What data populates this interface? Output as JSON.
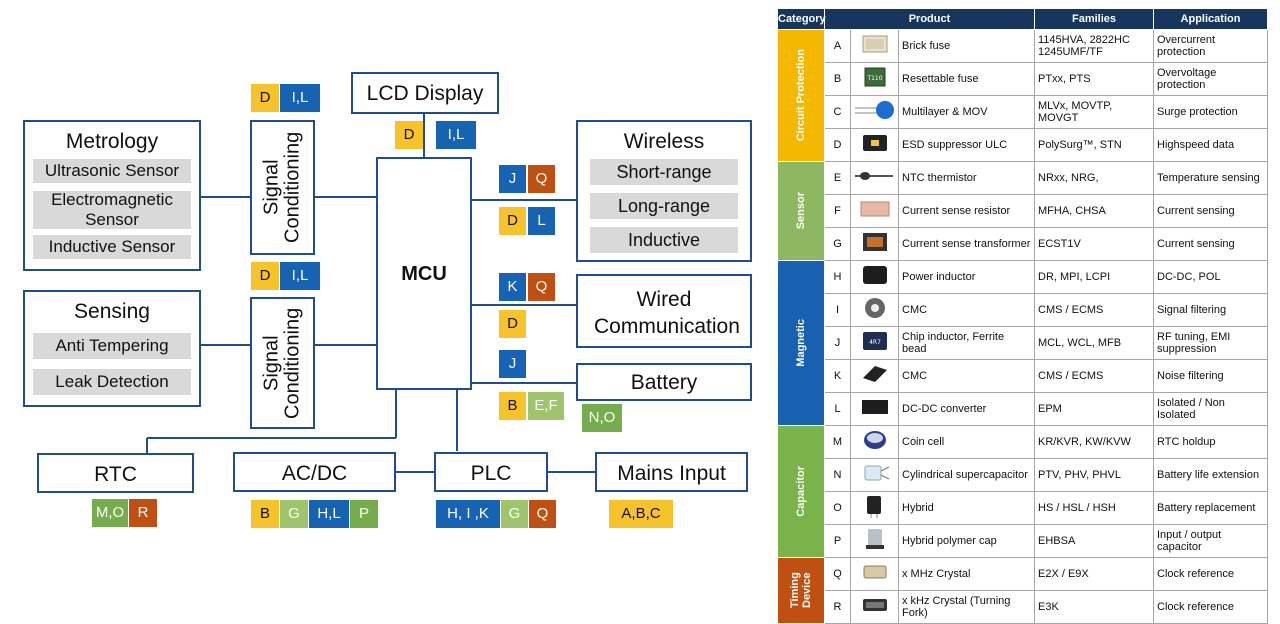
{
  "diagram": {
    "blocks": {
      "lcd": "LCD Display",
      "metrology": {
        "title": "Metrology",
        "items": [
          "Ultrasonic Sensor",
          "Electromagnetic Sensor",
          "Inductive Sensor"
        ]
      },
      "sensing": {
        "title": "Sensing",
        "items": [
          "Anti Tempering",
          "Leak Detection"
        ]
      },
      "signal_conditioning": "Signal Conditioning",
      "mcu": "MCU",
      "wireless": {
        "title": "Wireless",
        "items": [
          "Short-range",
          "Long-range",
          "Inductive"
        ]
      },
      "wired": "Wired Communication",
      "battery": "Battery",
      "rtc": "RTC",
      "acdc": "AC/DC",
      "plc": "PLC",
      "mains": "Mains Input"
    },
    "tags": {
      "top_sc_d": "D",
      "top_sc_il": "I,L",
      "lcd_d": "D",
      "lcd_il": "I,L",
      "bot_sc_d": "D",
      "bot_sc_il": "I,L",
      "wl_j": "J",
      "wl_q": "Q",
      "wl_d": "D",
      "wl_l": "L",
      "wd_k": "K",
      "wd_q": "Q",
      "wd_d": "D",
      "bat_j": "J",
      "bat_b": "B",
      "bat_ef": "E,F",
      "bat_no": "N,O",
      "rtc_mo": "M,O",
      "rtc_r": "R",
      "ac_b": "B",
      "ac_g": "G",
      "ac_hl": "H,L",
      "ac_p": "P",
      "plc_hik": "H, I ,K",
      "plc_g": "G",
      "plc_q": "Q",
      "mains_abc": "A,B,C"
    }
  },
  "table": {
    "headers": [
      "Category",
      "Product",
      "Families",
      "Application"
    ],
    "categories": [
      {
        "name": "Circuit Protection",
        "color": "#f5b800",
        "span": 4
      },
      {
        "name": "Sensor",
        "color": "#8db861",
        "span": 3
      },
      {
        "name": "Magnetic",
        "color": "#1860b0",
        "span": 5
      },
      {
        "name": "Capacitor",
        "color": "#7ab34a",
        "span": 4
      },
      {
        "name": "Timing Device",
        "color": "#c04f12",
        "span": 2
      }
    ],
    "rows": [
      {
        "letter": "A",
        "icon": "brick-fuse-icon",
        "product": "Brick fuse",
        "families": "1145HVA, 2822HC 1245UMF/TF",
        "application": "Overcurrent protection"
      },
      {
        "letter": "B",
        "icon": "resettable-fuse-icon",
        "product": "Resettable fuse",
        "families": "PTxx, PTS",
        "application": "Overvoltage protection"
      },
      {
        "letter": "C",
        "icon": "mov-icon",
        "product": "Multilayer & MOV",
        "families": "MLVx, MOVTP, MOVGT",
        "application": "Surge protection"
      },
      {
        "letter": "D",
        "icon": "esd-suppressor-icon",
        "product": "ESD suppressor ULC",
        "families": "PolySurg™, STN",
        "application": "Highspeed data"
      },
      {
        "letter": "E",
        "icon": "ntc-thermistor-icon",
        "product": "NTC thermistor",
        "families": "NRxx, NRG,",
        "application": "Temperature sensing"
      },
      {
        "letter": "F",
        "icon": "sense-resistor-icon",
        "product": "Current sense resistor",
        "families": "MFHA, CHSA",
        "application": "Current sensing"
      },
      {
        "letter": "G",
        "icon": "sense-transformer-icon",
        "product": "Current sense transformer",
        "families": "ECST1V",
        "application": "Current sensing"
      },
      {
        "letter": "H",
        "icon": "power-inductor-icon",
        "product": "Power inductor",
        "families": "DR, MPI, LCPI",
        "application": "DC-DC, POL"
      },
      {
        "letter": "I",
        "icon": "cmc-toroid-icon",
        "product": "CMC",
        "families": "CMS / ECMS",
        "application": "Signal filtering"
      },
      {
        "letter": "J",
        "icon": "chip-inductor-icon",
        "product": "Chip inductor, Ferrite bead",
        "families": "MCL, WCL, MFB",
        "application": "RF tuning, EMI suppression"
      },
      {
        "letter": "K",
        "icon": "cmc-smd-icon",
        "product": "CMC",
        "families": "CMS / ECMS",
        "application": "Noise filtering"
      },
      {
        "letter": "L",
        "icon": "dcdc-converter-icon",
        "product": "DC-DC converter",
        "families": "EPM",
        "application": "Isolated / Non Isolated"
      },
      {
        "letter": "M",
        "icon": "coin-cell-icon",
        "product": "Coin cell",
        "families": "KR/KVR, KW/KVW",
        "application": "RTC holdup"
      },
      {
        "letter": "N",
        "icon": "supercapacitor-icon",
        "product": "Cylindrical supercapacitor",
        "families": "PTV, PHV, PHVL",
        "application": "Battery life extension"
      },
      {
        "letter": "O",
        "icon": "hybrid-cap-icon",
        "product": "Hybrid",
        "families": "HS / HSL / HSH",
        "application": "Battery replacement"
      },
      {
        "letter": "P",
        "icon": "polymer-cap-icon",
        "product": "Hybrid polymer cap",
        "families": "EHBSA",
        "application": "Input / output capacitor"
      },
      {
        "letter": "Q",
        "icon": "mhz-crystal-icon",
        "product": "x MHz Crystal",
        "families": "E2X / E9X",
        "application": "Clock reference"
      },
      {
        "letter": "R",
        "icon": "khz-crystal-icon",
        "product": "x kHz Crystal (Turning Fork)",
        "families": "E3K",
        "application": "Clock reference"
      }
    ]
  }
}
